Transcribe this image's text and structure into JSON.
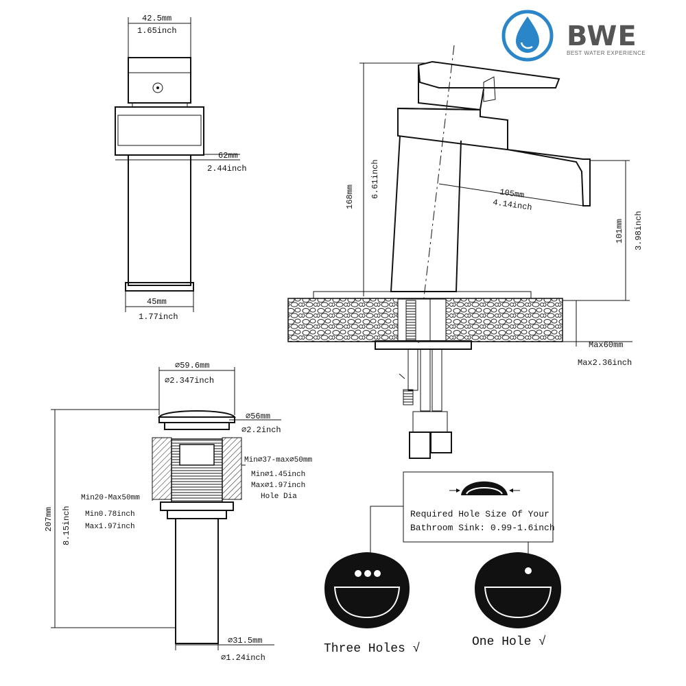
{
  "brand": {
    "name": "BWE",
    "tagline": "BEST WATER EXPERIENCE",
    "color": "#2a86c8"
  },
  "faucet_top_view": {
    "width_top_mm": "42.5mm",
    "width_top_inch": "1.65inch",
    "depth_mm": "62mm",
    "depth_inch": "2.44inch",
    "base_mm": "45mm",
    "base_inch": "1.77inch"
  },
  "faucet_side_view": {
    "height_mm": "168mm",
    "height_inch": "6.61inch",
    "reach_mm": "105mm",
    "reach_inch": "4.14inch",
    "spout_height_mm": "101mm",
    "spout_height_inch": "3.98inch",
    "deck_max_mm": "Max60mm",
    "deck_max_inch": "Max2.36inch"
  },
  "drain": {
    "cap_dia_mm": "⌀59.6mm",
    "cap_dia_inch": "⌀2.347inch",
    "body_dia_mm": "⌀56mm",
    "body_dia_inch": "⌀2.2inch",
    "hole_min_max": "Min⌀37-max⌀50mm",
    "hole_min_inch": "Min⌀1.45inch",
    "hole_max_inch": "Max⌀1.97inch",
    "hole_dia_label": "Hole Dia",
    "thickness_range": "Min20-Max50mm",
    "thickness_min_inch": "Min0.78inch",
    "thickness_max_inch": "Max1.97inch",
    "height_mm": "207mm",
    "height_inch": "8.15inch",
    "tail_dia_mm": "⌀31.5mm",
    "tail_dia_inch": "⌀1.24inch"
  },
  "hole_note": {
    "line1": "Required Hole Size Of Your",
    "line2": "Bathroom Sink: 0.99-1.6inch"
  },
  "sinks": {
    "three_holes": "Three Holes √",
    "one_hole": "One Hole  √"
  }
}
